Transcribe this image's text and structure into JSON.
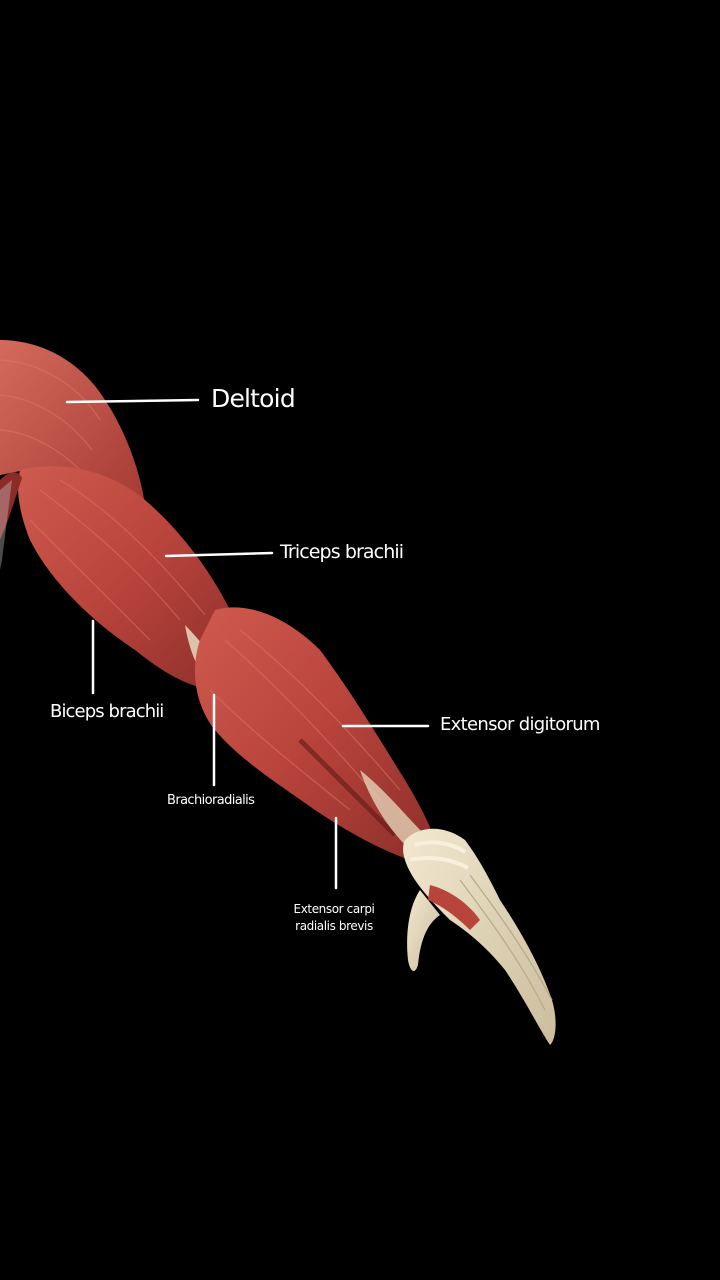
{
  "labels": {
    "deltoid": "Deltoid",
    "triceps": "Triceps brachii",
    "biceps": "Biceps brachii",
    "extensor_digitorum": "Extensor digitorum",
    "brachioradialis": "Brachioradialis",
    "ecrb_line1": "Extensor carpi",
    "ecrb_line2": "radialis brevis"
  },
  "colors": {
    "background": "#000000",
    "label_text": "#ffffff",
    "leader_line": "#ffffff",
    "muscle": "#b8443c",
    "tendon": "#e8dcc0"
  }
}
